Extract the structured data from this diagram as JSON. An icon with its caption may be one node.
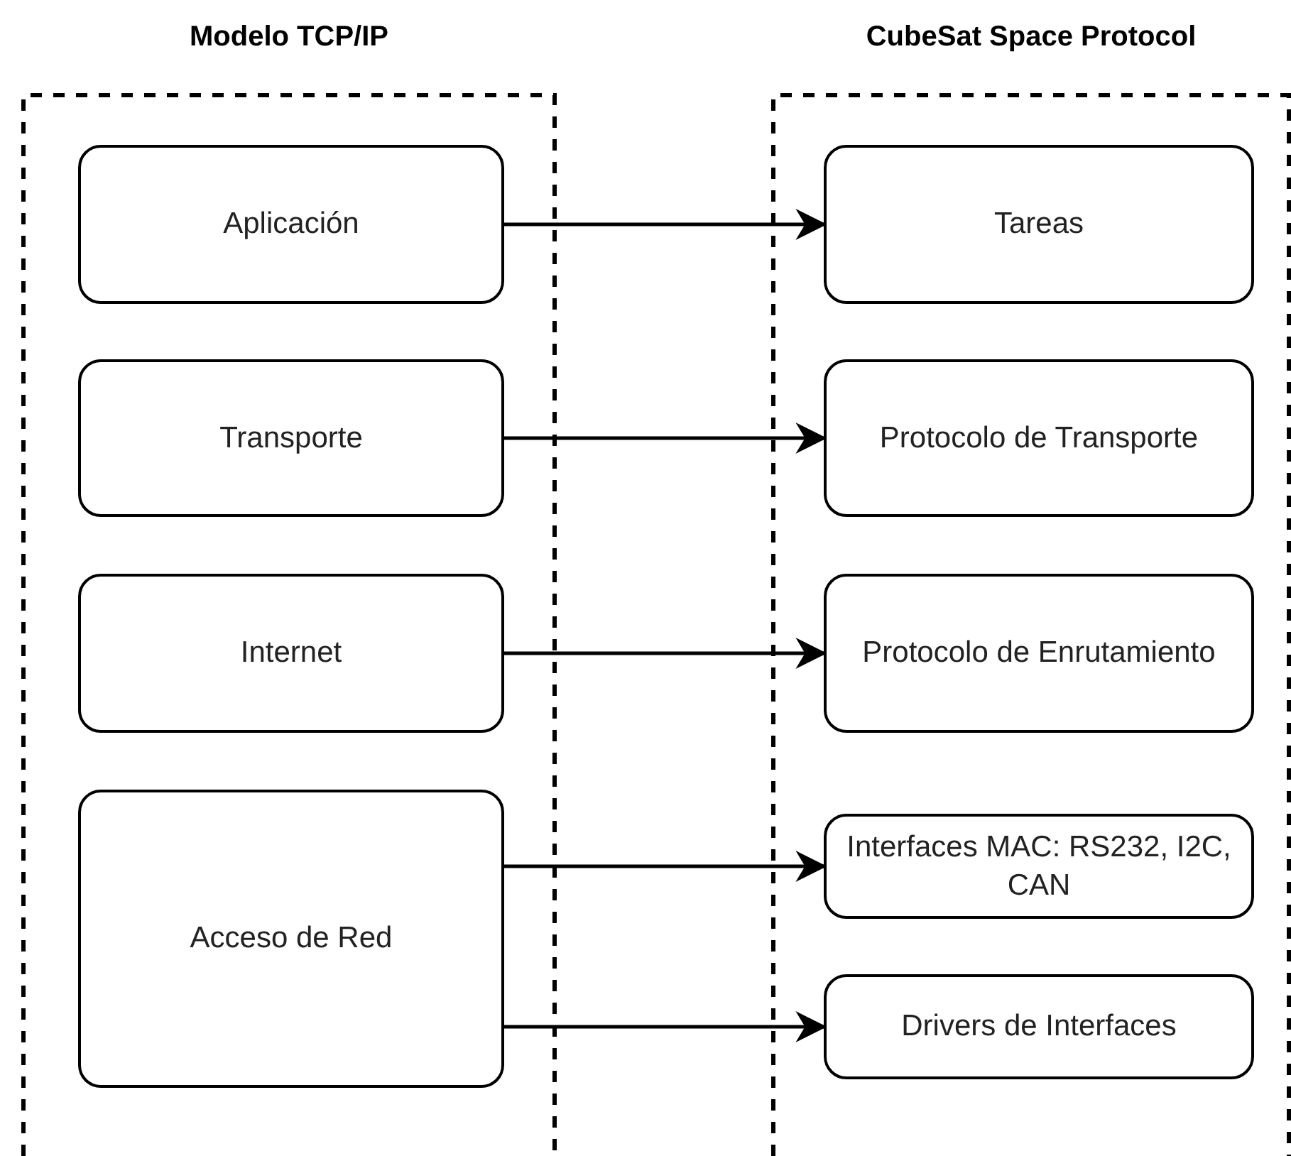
{
  "diagram": {
    "nodes": [
      {
        "text": [
          "Modelo TCP/IP"
        ]
      },
      {
        "text": [
          "Aplicación"
        ],
        "in": 0
      },
      {
        "text": [
          "Transporte"
        ],
        "in": 0
      },
      {
        "text": [
          "Internet"
        ],
        "in": 0
      },
      {
        "text": [
          "Acceso de Red"
        ],
        "in": 0
      },
      {
        "text": [
          "CubeSat Space Protocol"
        ]
      },
      {
        "text": [
          "Tareas"
        ],
        "in": 5
      },
      {
        "text": [
          "Protocolo de Transporte"
        ],
        "in": 5
      },
      {
        "text": [
          "Protocolo de Enrutamiento"
        ],
        "in": 5
      },
      {
        "text": [
          "Interfaces MAC: RS232, I2C, CAN"
        ],
        "in": 5
      },
      {
        "text": [
          "Drivers de Interfaces"
        ],
        "in": 5
      }
    ],
    "edges": [
      {
        "from": 1,
        "to": 6,
        "arrow": "to"
      },
      {
        "from": 2,
        "to": 7,
        "arrow": "to"
      },
      {
        "from": 3,
        "to": 8,
        "arrow": "to"
      },
      {
        "from": 4,
        "to": 9,
        "arrow": "to"
      },
      {
        "from": 4,
        "to": 10,
        "arrow": "to"
      }
    ]
  }
}
